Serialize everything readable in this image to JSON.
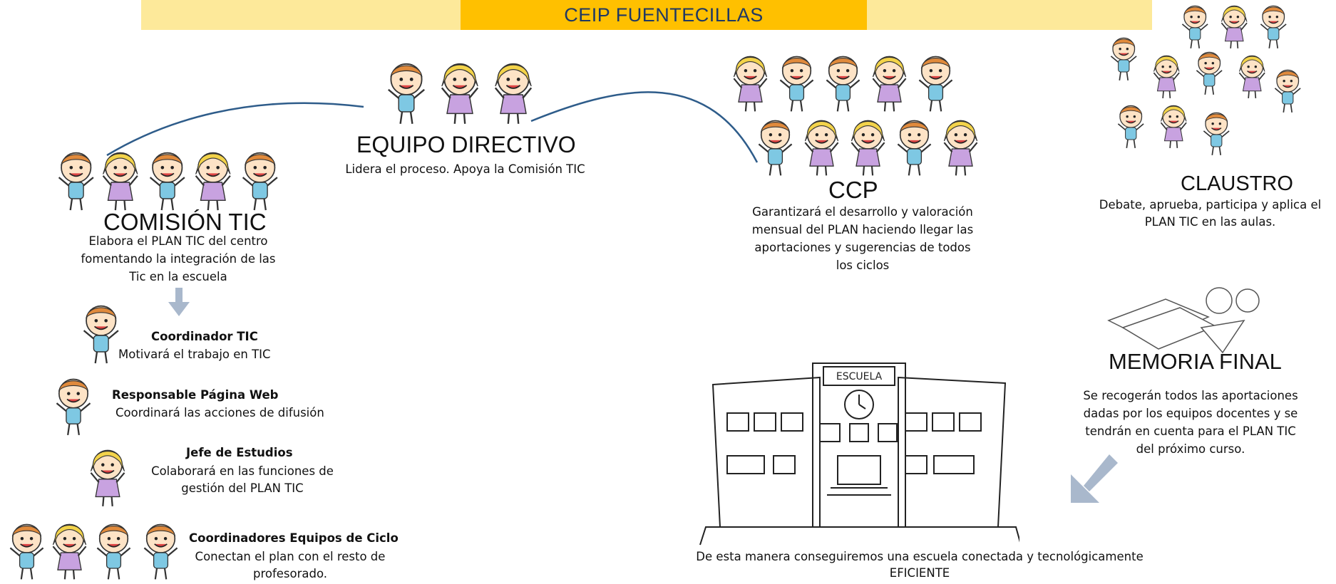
{
  "banner": {
    "title": "CEIP FUENTECILLAS",
    "accent": "#ffc000",
    "band": "#fde99a",
    "title_color": "#1f3864"
  },
  "equipo_directivo": {
    "title": "EQUIPO DIRECTIVO",
    "description": "Lidera el proceso. Apoya la Comisión TIC"
  },
  "comision_tic": {
    "title": "COMISIÓN TIC",
    "description": [
      "Elabora el PLAN TIC del centro",
      "fomentando la integración de las",
      "Tic en la escuela"
    ]
  },
  "ccp": {
    "title": "CCP",
    "description": [
      "Garantizará el desarrollo y valoración",
      "mensual del PLAN haciendo llegar las",
      "aportaciones y sugerencias de todos",
      "los ciclos"
    ]
  },
  "claustro": {
    "title": "CLAUSTRO",
    "description": [
      "Debate, aprueba, participa y aplica el",
      "PLAN TIC en las aulas."
    ]
  },
  "roles": [
    {
      "title": "Coordinador TIC",
      "description": [
        "Motivará el trabajo en TIC"
      ]
    },
    {
      "title": "Responsable Página Web",
      "description": [
        "Coordinará las acciones de difusión"
      ]
    },
    {
      "title": "Jefe de Estudios",
      "description": [
        "Colaborará en las funciones de",
        "gestión del PLAN TIC"
      ]
    },
    {
      "title": "Coordinadores Equipos de Ciclo",
      "description": [
        "Conectan el plan con el resto de",
        "profesorado."
      ]
    }
  ],
  "memoria_final": {
    "title": "MEMORIA FINAL",
    "description": [
      "Se recogerán todos las aportaciones",
      "dadas por los equipos docentes y se",
      "tendrán en cuenta para el PLAN TIC",
      "del próximo curso."
    ]
  },
  "school": {
    "sign": "ESCUELA"
  },
  "conclusion": {
    "lines": [
      "De esta manera conseguiremos una escuela conectada y tecnológicamente",
      "EFICIENTE"
    ]
  },
  "icons": [
    "child-illustration",
    "school-building-illustration",
    "papers-illustration",
    "down-arrow-icon",
    "diagonal-arrow-icon"
  ],
  "colors": {
    "connector": "#2e5c8a",
    "arrow": "#a9b8cc"
  }
}
